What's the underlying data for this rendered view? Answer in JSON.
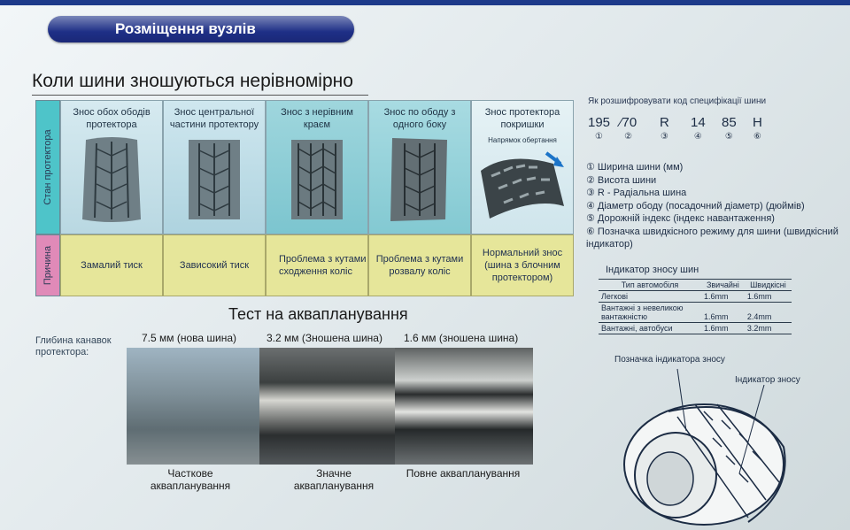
{
  "banner": "Розміщення вузлів",
  "title": "Коли шини зношуються нерівномірно",
  "tread_table": {
    "side_state": "Стан протектора",
    "side_cause": "Причина",
    "columns": [
      {
        "header": "Знос обох ободів протектора",
        "cause": "Замалий тиск"
      },
      {
        "header": "Знос центральної частини протектору",
        "cause": "Зависокий тиск"
      },
      {
        "header": "Знос з нерівним краєм",
        "cause": "Проблема з кутами сходження коліс"
      },
      {
        "header": "Знос по ободу з одного боку",
        "cause": "Проблема з кутами розвалу коліс"
      },
      {
        "header": "Знос протектора покришки",
        "cause": "Нормальний знос (шина з блочним протектором)"
      }
    ],
    "direction_label": "Напрямок обертання"
  },
  "aquaplaning": {
    "title": "Тест на аквапланування",
    "groove_label": "Глибина канавок протектора:",
    "depths": [
      "7.5 мм (нова шина)",
      "3.2 мм (Зношена шина)",
      "1.6 мм (зношена шина)"
    ],
    "captions": [
      "Часткове аквапланування",
      "Значне аквапланування",
      "Повне аквапланування"
    ]
  },
  "spec": {
    "title": "Як розшифровувати код специфікації шини",
    "code": [
      {
        "v": "195",
        "n": "①"
      },
      {
        "v": "⁄70",
        "n": "②"
      },
      {
        "v": "R",
        "n": "③"
      },
      {
        "v": "14",
        "n": "④"
      },
      {
        "v": "85",
        "n": "⑤"
      },
      {
        "v": "H",
        "n": "⑥"
      }
    ],
    "legend": [
      "① Ширина шини (мм)",
      "② Висота шини",
      "③ R  - Радіальна шина",
      "④ Діаметр ободу (посадочний діаметр) (дюймів)",
      "⑤ Дорожній індекс (індекс навантаження)",
      "⑥ Позначка швидкісного режиму для шини (швидкісний індикатор)"
    ]
  },
  "wear_indicator": {
    "title": "Індикатор зносу шин",
    "headers": [
      "Тип автомобіля",
      "Звичайні",
      "Швидкісні"
    ],
    "rows": [
      [
        "Легкові",
        "1.6mm",
        "1.6mm"
      ],
      [
        "Вантажні з невеликою вантажністю",
        "1.6mm",
        "2.4mm"
      ],
      [
        "Вантажні, автобуси",
        "1.6mm",
        "3.2mm"
      ]
    ],
    "label_mark": "Позначка індикатора зносу",
    "label_indicator": "Індикатор зносу"
  },
  "colors": {
    "banner": "#1e2f86",
    "state": "#4ec4c9",
    "cause": "#e08ab8",
    "cause_cell": "#e6e69a"
  }
}
